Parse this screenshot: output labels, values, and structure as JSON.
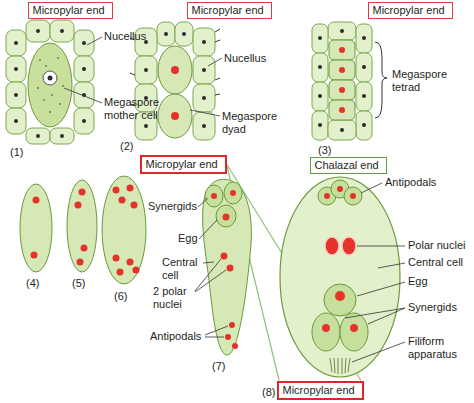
{
  "diagram": {
    "nodes": [
      {
        "text": [
          "Micropylar end"
        ]
      },
      {
        "text": [
          "Micropylar end"
        ]
      },
      {
        "text": [
          "Micropylar end"
        ]
      },
      {
        "text": [
          "Micropylar end"
        ]
      },
      {
        "text": [
          "Chalazal end"
        ]
      },
      {
        "text": [
          "Micropylar end"
        ]
      }
    ],
    "edges": [
      {
        "from": 3,
        "to": 5,
        "arrow": "none"
      },
      {
        "from": 3,
        "to": 5,
        "arrow": "none"
      }
    ],
    "labels": [
      "Nucellus",
      "Megaspore mother cell",
      "(1)",
      "Nucellus",
      "Megaspore dyad",
      "(2)",
      "Megaspore tetrad",
      "(3)",
      "(4)",
      "(5)",
      "(6)",
      "Synergids",
      "Egg",
      "Central cell",
      "2 polar nuclei",
      "Antipodals",
      "(7)",
      "Antipodals",
      "Polar nuclei",
      "Central cell",
      "Egg",
      "Synergids",
      "Filiform apparatus",
      "(8)"
    ]
  }
}
